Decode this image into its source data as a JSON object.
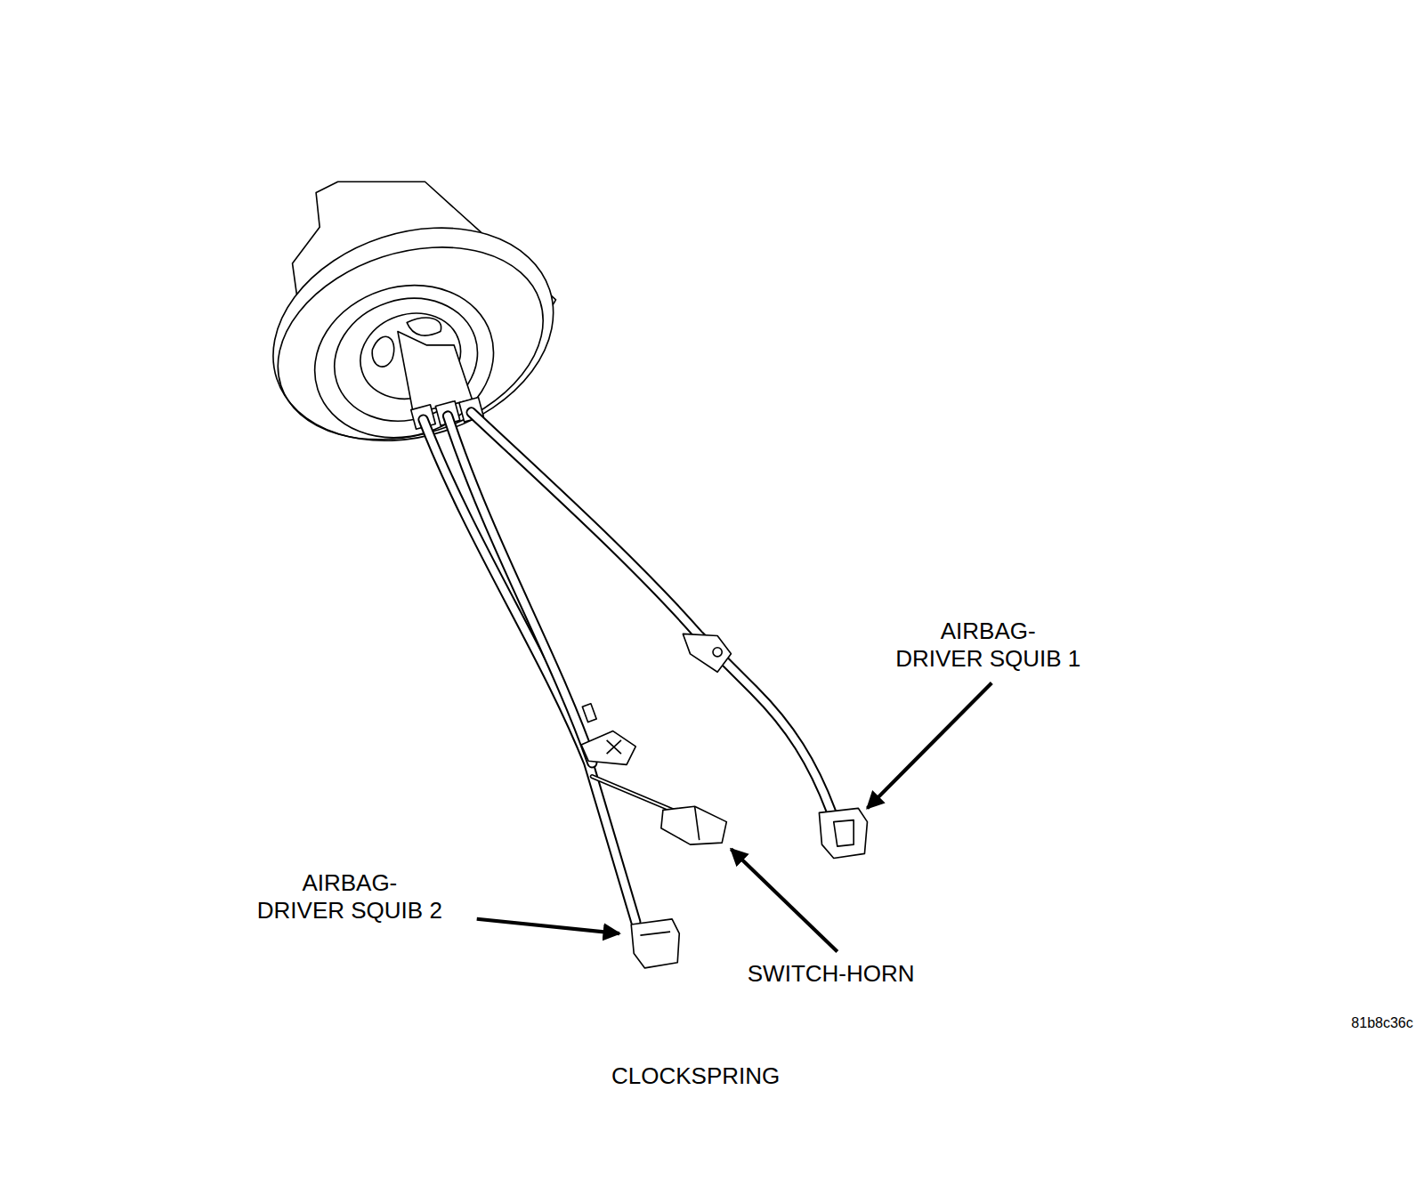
{
  "diagram": {
    "caption": "CLOCKSPRING",
    "labels": [
      "AIRBAG- DRIVER SQUIB 1",
      "AIRBAG- DRIVER SQUIB 2",
      "SWITCH-HORN",
      "81b8c36c"
    ]
  }
}
